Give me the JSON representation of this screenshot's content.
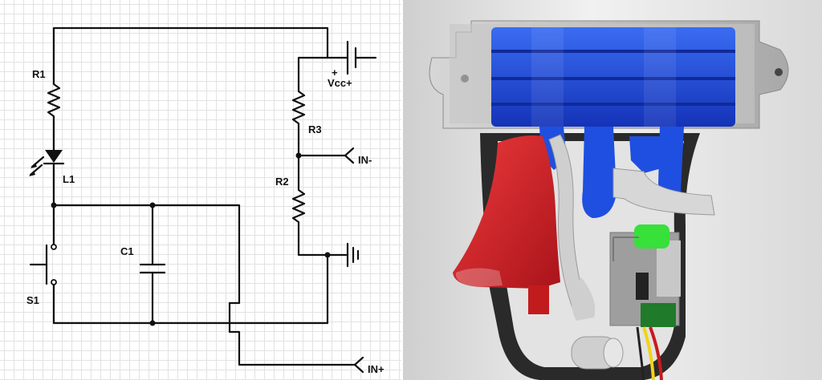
{
  "schematic": {
    "components": {
      "r1": "R1",
      "l1": "L1",
      "c1": "C1",
      "s1": "S1",
      "r2": "R2",
      "r3": "R3",
      "vcc": "Vcc+",
      "vcc_polarity": "+"
    },
    "terminals": {
      "in_minus": "IN-",
      "in_plus": "IN+"
    }
  },
  "colors": {
    "wire": "#111111",
    "trigger_red": "#d21f23",
    "spool_blue": "#1f4fe0",
    "housing_grey": "#b9b9b9",
    "housing_dark": "#2a2a2a",
    "switch_green": "#38e03a",
    "pcb_green": "#1f7a2a",
    "cable_yellow": "#f2d21a",
    "cable_red": "#c81b1b"
  }
}
